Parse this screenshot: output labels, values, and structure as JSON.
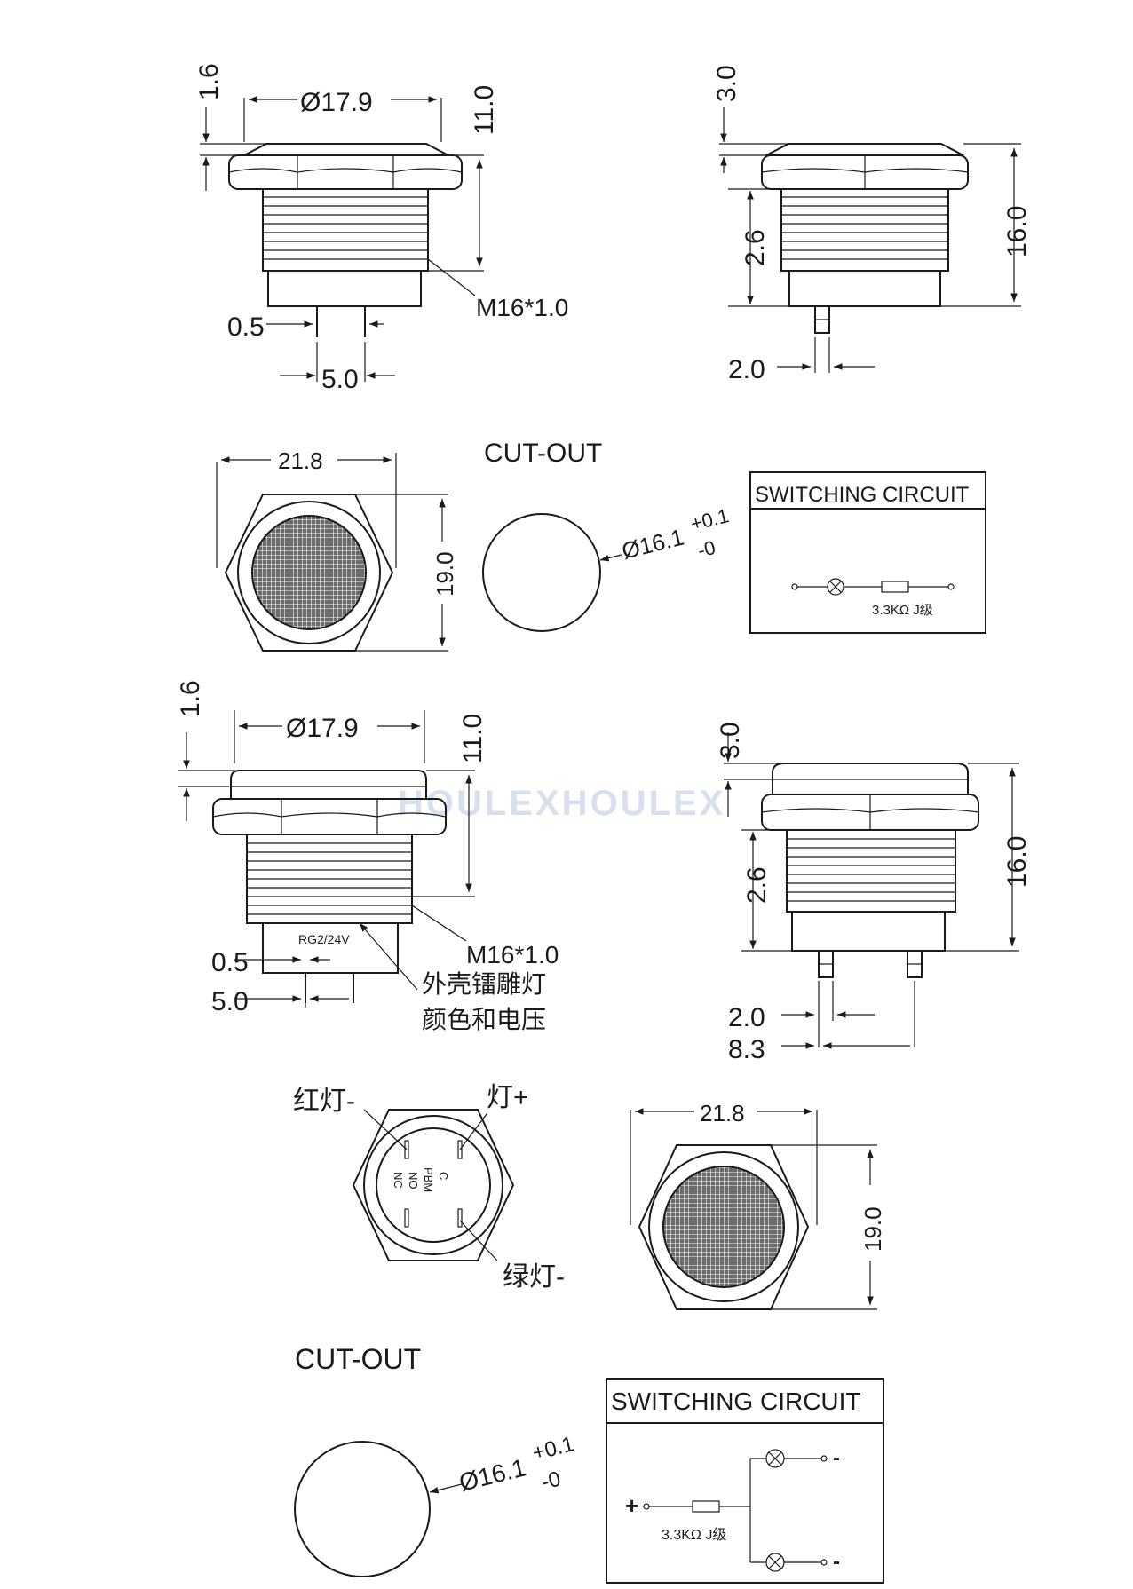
{
  "top_section": {
    "front_view": {
      "dims": {
        "top_height": "1.6",
        "diameter": "Ø17.9",
        "height": "11.0",
        "pin_width": "0.5",
        "pin_spacing": "5.0"
      },
      "thread": "M16*1.0"
    },
    "side_view": {
      "dims": {
        "top_height": "3.0",
        "total_height": "16.0",
        "nut_height": "2.6",
        "pin_offset": "2.0"
      }
    },
    "cutout_label": "CUT-OUT",
    "top_view": {
      "dims": {
        "width": "21.8",
        "height": "19.0"
      }
    },
    "cutout": {
      "diameter": "Ø16.1",
      "tol_plus": "+0.1",
      "tol_minus": "-0"
    },
    "circuit": {
      "title": "SWITCHING CIRCUIT",
      "resistor": "3.3KΩ J级"
    }
  },
  "bottom_section": {
    "front_view": {
      "dims": {
        "top_height": "1.6",
        "diameter": "Ø17.9",
        "height": "11.0",
        "pin_width": "0.5",
        "pin_spacing": "5.0"
      },
      "thread": "M16*1.0",
      "marking": "RG2/24V",
      "note_line1": "外壳镭雕灯",
      "note_line2": "颜色和电压"
    },
    "watermark": "HOULEXHOULEX",
    "side_view": {
      "dims": {
        "top_height": "3.0",
        "total_height": "16.0",
        "nut_height": "2.6",
        "pin_offset": "2.0",
        "pin_spacing": "8.3"
      }
    },
    "bottom_view": {
      "labels": {
        "red_minus": "红灯-",
        "lamp_plus": "灯+",
        "green_minus": "绿灯-"
      },
      "terminals": {
        "nc": "NC",
        "no": "NO",
        "c": "C",
        "pbm": "PBM"
      }
    },
    "top_view": {
      "dims": {
        "width": "21.8",
        "height": "19.0"
      }
    },
    "cutout_label": "CUT-OUT",
    "cutout": {
      "diameter": "Ø16.1",
      "tol_plus": "+0.1",
      "tol_minus": "-0"
    },
    "circuit": {
      "title": "SWITCHING CIRCUIT",
      "resistor": "3.3KΩ J级",
      "plus": "+",
      "minus": "-"
    }
  }
}
